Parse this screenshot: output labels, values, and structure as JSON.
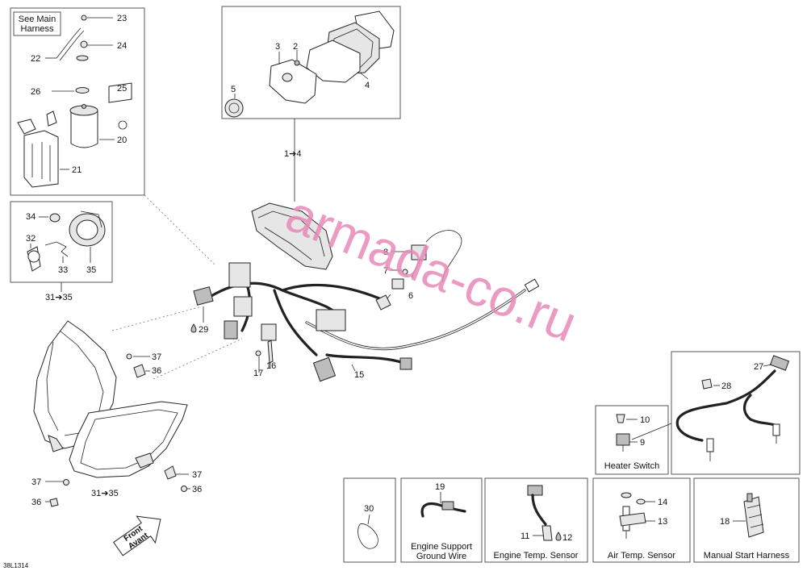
{
  "labels": {
    "n1to4": "1➔4",
    "n2": "2",
    "n3": "3",
    "n4": "4",
    "n5": "5",
    "n6": "6",
    "n7": "7",
    "n8": "8",
    "n9": "9",
    "n10": "10",
    "n11": "11",
    "n12": "12",
    "n13": "13",
    "n14": "14",
    "n15": "15",
    "n16": "16",
    "n17": "17",
    "n18": "18",
    "n19": "19",
    "n20": "20",
    "n21": "21",
    "n22": "22",
    "n23": "23",
    "n24": "24",
    "n25": "25",
    "n26": "26",
    "n27": "27",
    "n28": "28",
    "n29": "29",
    "n30": "30",
    "n31to35_top": "31➔35",
    "n31to35_bottom": "31➔35",
    "n32": "32",
    "n33": "33",
    "n34": "34",
    "n35": "35",
    "n36a": "36",
    "n36b": "36",
    "n36c": "36",
    "n37a": "37",
    "n37b": "37",
    "n37c": "37"
  },
  "captions": {
    "see_main_line1": "See Main",
    "see_main_line2": "Harness",
    "heater_switch": "Heater Switch",
    "engine_support_line1": "Engine Support",
    "engine_support_line2": "Ground Wire",
    "engine_temp_sensor": "Engine Temp. Sensor",
    "air_temp_sensor": "Air Temp. Sensor",
    "manual_start_harness": "Manual Start Harness",
    "front_line1": "Front",
    "front_line2": "Avant",
    "diagram_code": "38L1314",
    "watermark": "armada-co.ru"
  }
}
